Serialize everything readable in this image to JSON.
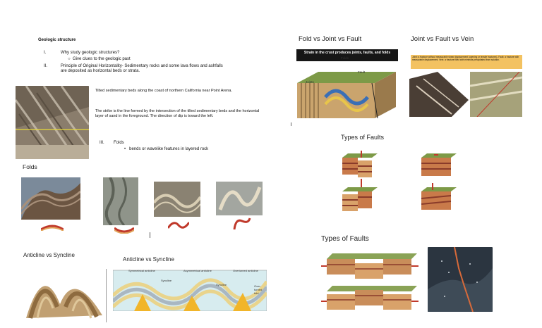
{
  "document": {
    "title": "Geologic structure",
    "items": [
      {
        "num": "I.",
        "text": "Why study geologic structures?"
      },
      {
        "num": "II.",
        "text": "Principle of Original Horizontality- Sedimentary rocks and some lava flows and ashfalls are deposited as horizontal beds or strata."
      }
    ],
    "sub_item": "Give clues to the geologic past",
    "photo_caption_1": "Tilted sedimentary beds along the coast of northern California near Point Arena.",
    "photo_caption_2": "The strike is the line formed by the intersection of the tilted sedimentary beds and the horizontal layer of sand in the foreground. The direction of dip is toward the left.",
    "item_iii": {
      "num": "III.",
      "text": "Folds"
    },
    "bullet": "bends or wavelike features in layered rock"
  },
  "slides": {
    "folds": {
      "title": "Folds"
    },
    "anticline_left": {
      "title": "Anticline vs Syncline"
    },
    "anticline_right": {
      "title": "Anticline vs Syncline",
      "labels": {
        "sym": "Symmetrical anticline",
        "asym": "Asymmetrical anticline",
        "over": "Overturned anticline",
        "syn1": "Syncline",
        "syn2": "Syncline",
        "over_fold": "Over-turned fold"
      }
    },
    "fold_joint_fault": {
      "title": "Fold vs Joint vs Fault",
      "banner": "Strain in the crust produces joints, faults, and folds",
      "labels": {
        "joints": "Joints",
        "fault": "Fault",
        "folds": "Folds"
      }
    },
    "joint_fault_vein": {
      "title": "Joint vs Fault vs Vein",
      "note": "Joint: a fracture without measurable shear displacement (opening or tensile fractures). Fault: a fracture with measurable displacement. Vein: a fracture filled with minerals precipitated from solution."
    },
    "types_faults_1": {
      "title": "Types of Faults"
    },
    "types_faults_2": {
      "title": "Types of Faults"
    }
  },
  "colors": {
    "sand": "#e8d9a8",
    "grass": "#7f9a4a",
    "rock_red": "#b5483a",
    "rock_tan": "#d9b47a",
    "sky_dark": "#2b3540",
    "arrow": "#c0392b"
  }
}
